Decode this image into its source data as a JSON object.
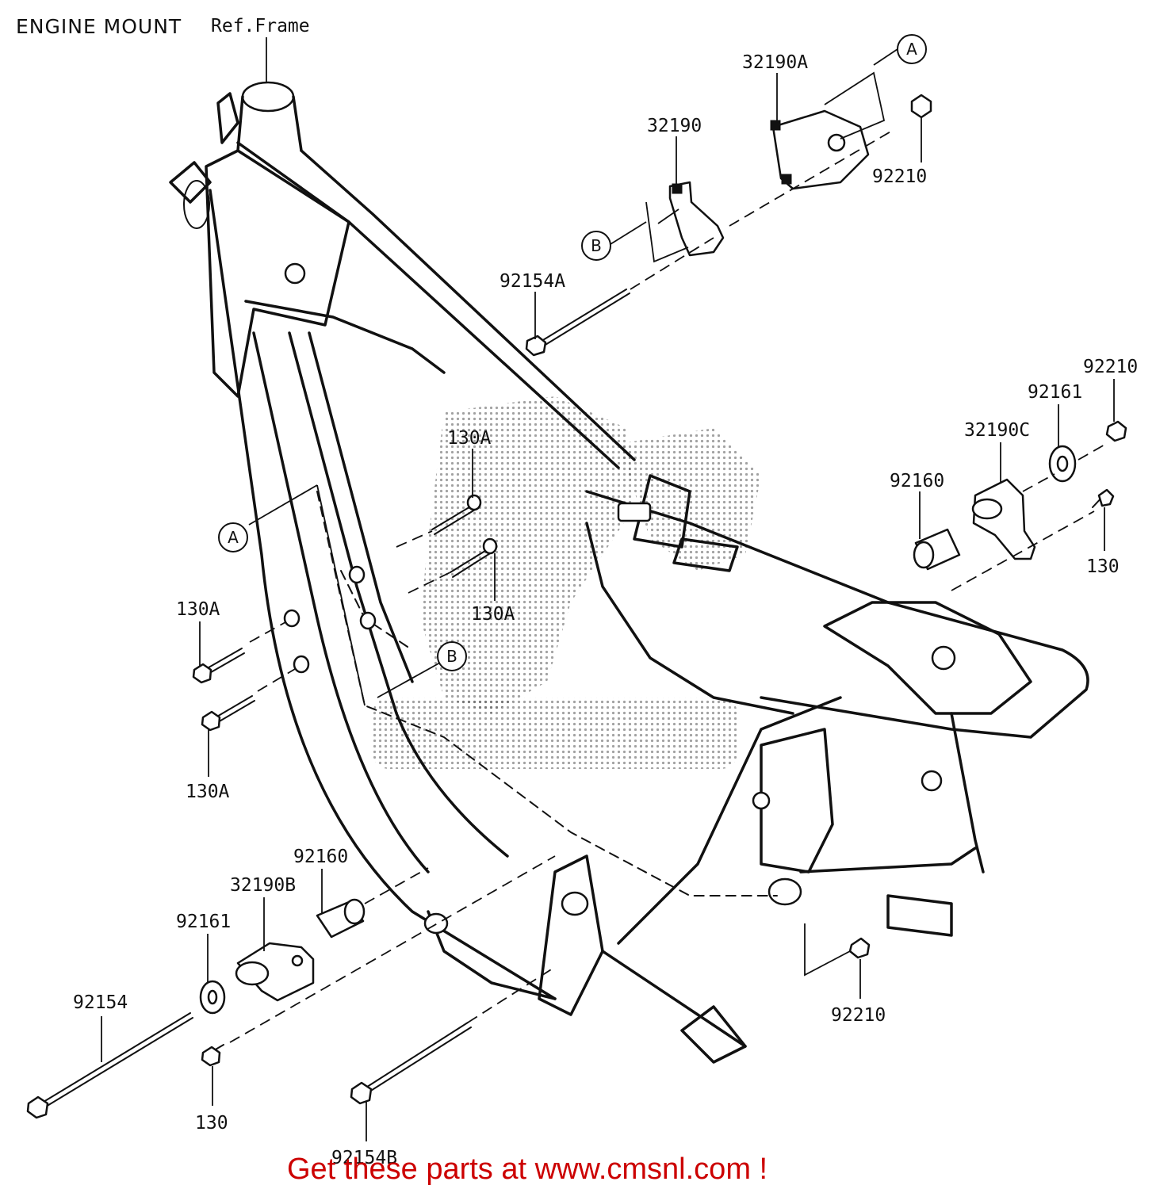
{
  "title": "ENGINE MOUNT",
  "ref_frame": "Ref.Frame",
  "callouts": {
    "a_top": "A",
    "b_top": "B",
    "a_left": "A",
    "b_left": "B"
  },
  "parts": {
    "p32190A": "32190A",
    "p32190": "32190",
    "p92210_top": "92210",
    "p92154A": "92154A",
    "p92210_right": "92210",
    "p92161_right": "92161",
    "p32190C": "32190C",
    "p92160_right": "92160",
    "p130_right": "130",
    "p130A_top": "130A",
    "p130A_mid": "130A",
    "p130A_left1": "130A",
    "p130A_left2": "130A",
    "p92160_left": "92160",
    "p32190B": "32190B",
    "p92161_left": "92161",
    "p92154": "92154",
    "p130_bottom": "130",
    "p92154B": "92154B",
    "p92210_bottom": "92210"
  },
  "footer": "Get these parts at www.cmsnl.com !",
  "colors": {
    "line": "#111111",
    "footer": "#cc0000",
    "background": "#ffffff"
  }
}
